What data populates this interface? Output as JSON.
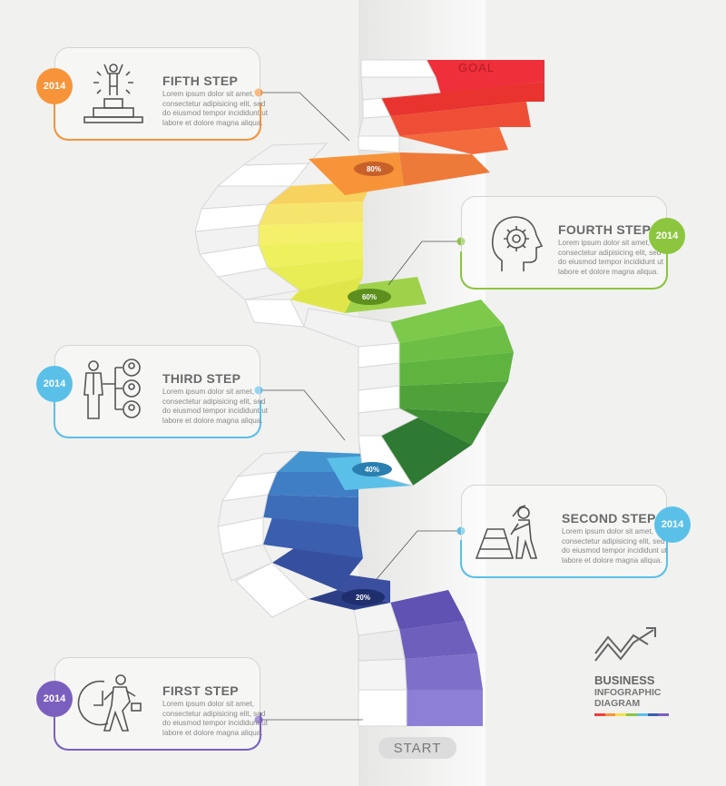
{
  "goal_label": "GOAL",
  "start_label": "START",
  "colors": {
    "first": "#7b5fbf",
    "second": "#5bc0e8",
    "third": "#5bc0e8",
    "fourth": "#8cc63f",
    "fifth": "#f7943a"
  },
  "steps": [
    {
      "title": "FIRST STEP",
      "year": "2014",
      "icon": "runner-clock-icon",
      "text": "Lorem ipsum dolor sit amet, consectetur adipisicing elit, sed do eiusmod tempor incididunt ut labore et dolore magna aliqua."
    },
    {
      "title": "SECOND STEP",
      "year": "2014",
      "icon": "worker-pushing-pyramid-icon",
      "text": "Lorem ipsum dolor sit amet, consectetur adipisicing elit, sed do eiusmod tempor incididunt ut labore et dolore magna aliqua."
    },
    {
      "title": "THIRD STEP",
      "year": "2014",
      "icon": "manager-team-icon",
      "text": "Lorem ipsum dolor sit amet, consectetur adipisicing elit, sed do eiusmod tempor incididunt ut labore et dolore magna aliqua."
    },
    {
      "title": "FOURTH STEP",
      "year": "2014",
      "icon": "head-gear-icon",
      "text": "Lorem ipsum dolor sit amet, consectetur adipisicing elit, sed do eiusmod tempor incididunt ut labore et dolore magna aliqua."
    },
    {
      "title": "FIFTH STEP",
      "year": "2014",
      "icon": "winner-podium-icon",
      "text": "Lorem ipsum dolor sit amet, consectetur adipisicing elit, sed do eiusmod tempor incididunt ut labore et dolore magna aliqua."
    }
  ],
  "landings": [
    {
      "label": "20%"
    },
    {
      "label": "40%"
    },
    {
      "label": "60%"
    },
    {
      "label": "80%"
    }
  ],
  "brand": {
    "line1": "BUSINESS",
    "line2": "INFOGRAPHIC",
    "line3": "DIAGRAM",
    "icon": "zigzag-arrows-icon"
  }
}
